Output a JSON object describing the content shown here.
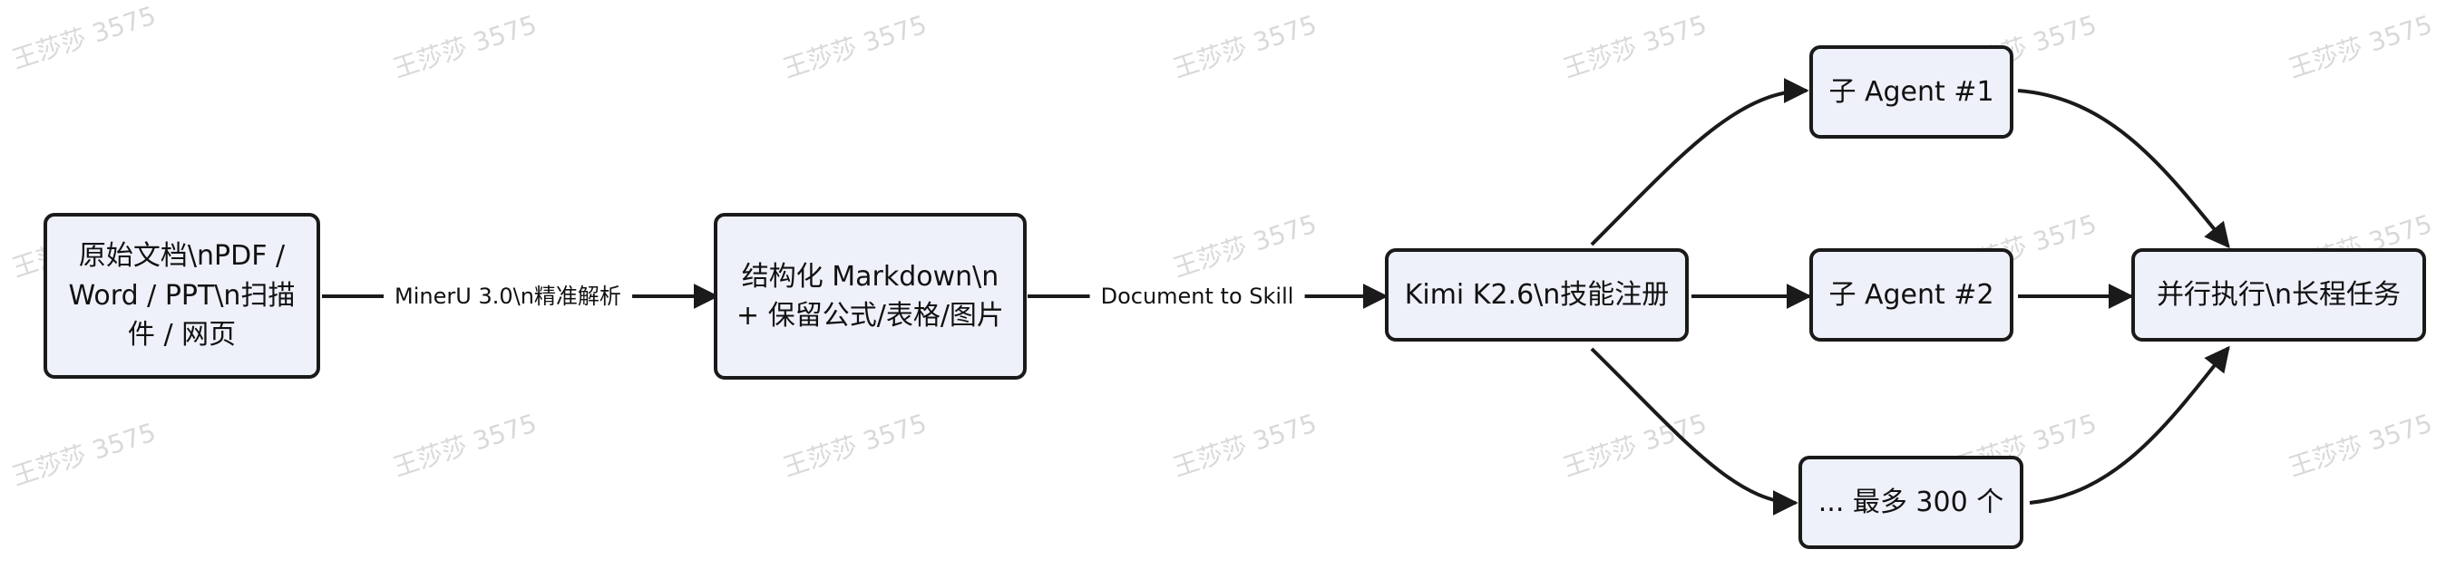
{
  "watermark": "王莎莎 3575",
  "nodes": {
    "source_docs": "原始文档\\nPDF / Word / PPT\\n扫描件 / 网页",
    "structured_markdown": "结构化 Markdown\\n+ 保留公式/表格/图片",
    "kimi": "Kimi K2.6\\n技能注册",
    "agent1": "子 Agent #1",
    "agent2": "子 Agent #2",
    "agent_more": "... 最多 300 个",
    "parallel_exec": "并行执行\\n长程任务"
  },
  "edges": {
    "mineru": "MinerU 3.0\\n精准解析",
    "doc_to_skill": "Document to Skill"
  },
  "colors": {
    "node_fill": "#eef1f9",
    "stroke": "#1a1a1a",
    "watermark": "#d9d9d9"
  }
}
